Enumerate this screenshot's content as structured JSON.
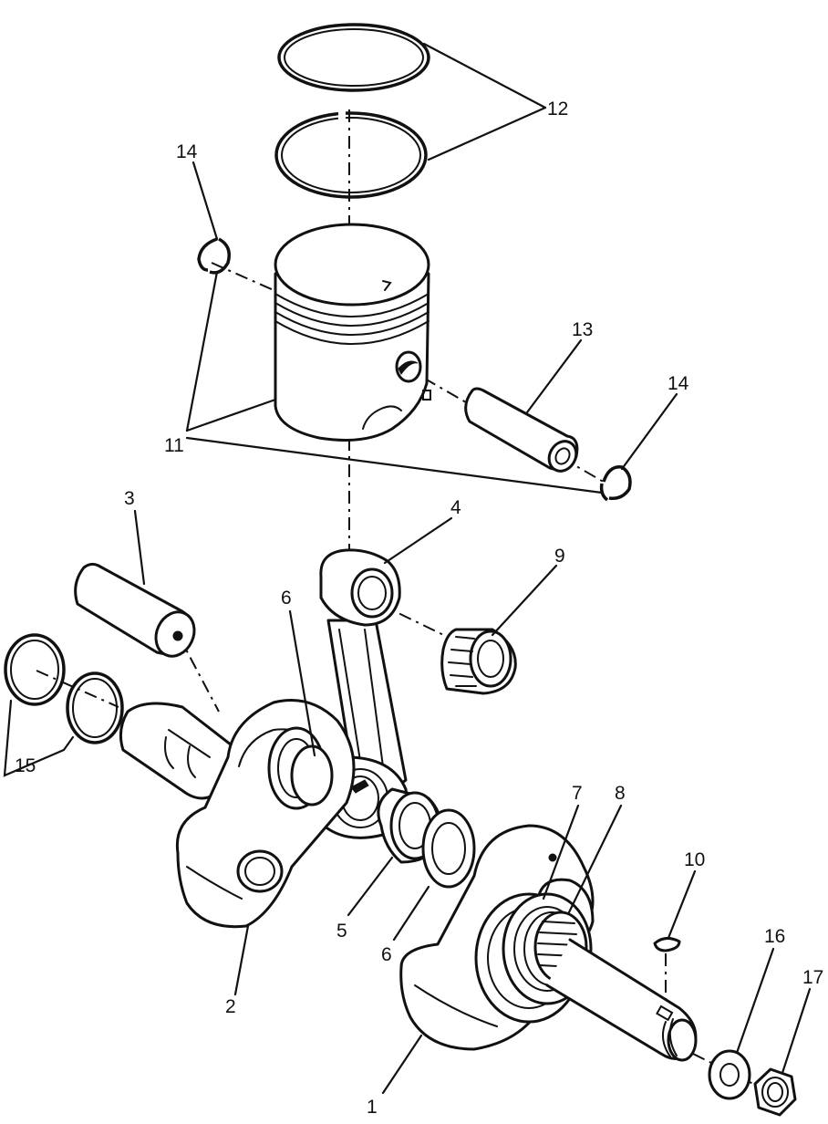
{
  "callouts": [
    {
      "id": "1",
      "text": "1"
    },
    {
      "id": "2",
      "text": "2"
    },
    {
      "id": "3",
      "text": "3"
    },
    {
      "id": "4",
      "text": "4"
    },
    {
      "id": "5",
      "text": "5"
    },
    {
      "id": "6a",
      "text": "6"
    },
    {
      "id": "6b",
      "text": "6"
    },
    {
      "id": "7",
      "text": "7"
    },
    {
      "id": "8",
      "text": "8"
    },
    {
      "id": "9",
      "text": "9"
    },
    {
      "id": "10",
      "text": "10"
    },
    {
      "id": "11",
      "text": "11"
    },
    {
      "id": "12",
      "text": "12"
    },
    {
      "id": "13",
      "text": "13"
    },
    {
      "id": "14a",
      "text": "14"
    },
    {
      "id": "14b",
      "text": "14"
    },
    {
      "id": "15",
      "text": "15"
    },
    {
      "id": "16",
      "text": "16"
    },
    {
      "id": "17",
      "text": "17"
    }
  ],
  "colors": {
    "ink": "#111111",
    "paper": "#ffffff"
  }
}
